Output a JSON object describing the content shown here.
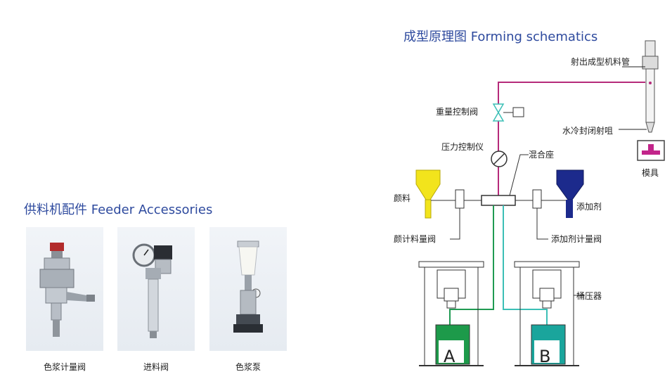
{
  "feeder": {
    "title": "供料机配件 Feeder Accessories",
    "items": [
      {
        "label": "色浆计量阀"
      },
      {
        "label": "进料阀"
      },
      {
        "label": "色浆泵"
      }
    ]
  },
  "schematic": {
    "title": "成型原理图 Forming schematics",
    "labels": {
      "injection_tube": "射出成型机料管",
      "weight_valve": "重量控制阀",
      "water_nozzle": "水冷封闭射咀",
      "pressure_gauge": "压力控制仪",
      "mix_seat": "混合座",
      "mold": "模具",
      "pigment": "颜料",
      "additive": "添加剂",
      "pigment_valve": "颜计料量阀",
      "additive_valve": "添加剂计量阀",
      "bucket_press": "桶压器"
    },
    "tanks": {
      "a": "A",
      "b": "B"
    }
  },
  "colors": {
    "title_blue": "#2e4a9e",
    "pipe_magenta": "#b52a7a",
    "pipe_green": "#1f9a52",
    "pipe_cyan": "#3bbfb6",
    "hopper_yellow": "#f2e41c",
    "hopper_navy": "#1c2a8c",
    "tank_green": "#1d9a4a",
    "tank_teal": "#1aa59c"
  }
}
